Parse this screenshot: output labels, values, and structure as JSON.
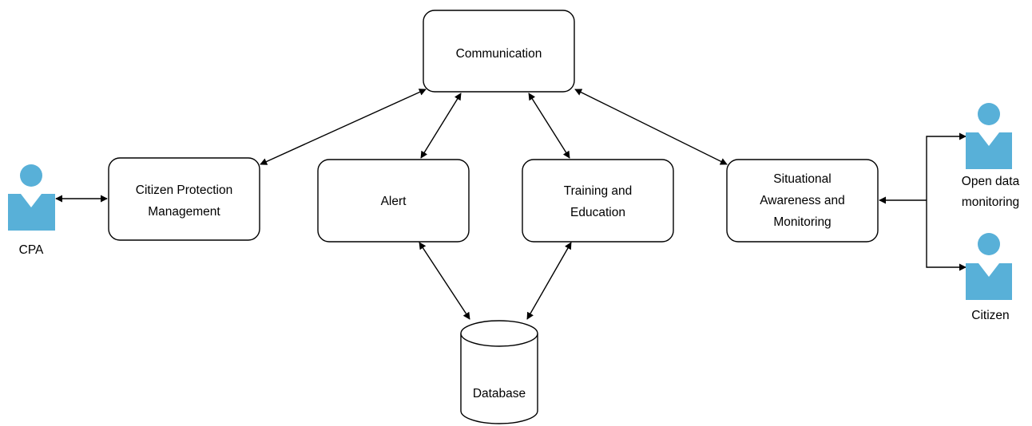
{
  "nodes": {
    "communication": {
      "label": [
        "Communication"
      ]
    },
    "citizen_protection": {
      "label": [
        "Citizen Protection",
        "Management"
      ]
    },
    "alert": {
      "label": [
        "Alert"
      ]
    },
    "training": {
      "label": [
        "Training and",
        "Education"
      ]
    },
    "situational": {
      "label": [
        "Situational",
        "Awareness and",
        "Monitoring"
      ]
    },
    "database": {
      "label": [
        "Database"
      ]
    }
  },
  "actors": {
    "cpa": {
      "label": [
        "CPA"
      ]
    },
    "open_data": {
      "label": [
        "Open data",
        "monitoring"
      ]
    },
    "citizen": {
      "label": [
        "Citizen"
      ]
    }
  },
  "edges": [
    {
      "from": "cpa",
      "to": "citizen_protection",
      "arrows": "both"
    },
    {
      "from": "citizen_protection",
      "to": "communication",
      "arrows": "both"
    },
    {
      "from": "alert",
      "to": "communication",
      "arrows": "both"
    },
    {
      "from": "training",
      "to": "communication",
      "arrows": "both"
    },
    {
      "from": "situational",
      "to": "communication",
      "arrows": "both"
    },
    {
      "from": "alert",
      "to": "database",
      "arrows": "both"
    },
    {
      "from": "training",
      "to": "database",
      "arrows": "both"
    },
    {
      "from": "open_data",
      "to": "situational",
      "arrows": "to"
    },
    {
      "from": "situational",
      "to": "open_data",
      "arrows": "to"
    },
    {
      "from": "situational",
      "to": "citizen",
      "arrows": "to"
    }
  ],
  "colors": {
    "actor": "#58b0d8",
    "stroke": "#000000",
    "box_fill": "#ffffff"
  }
}
